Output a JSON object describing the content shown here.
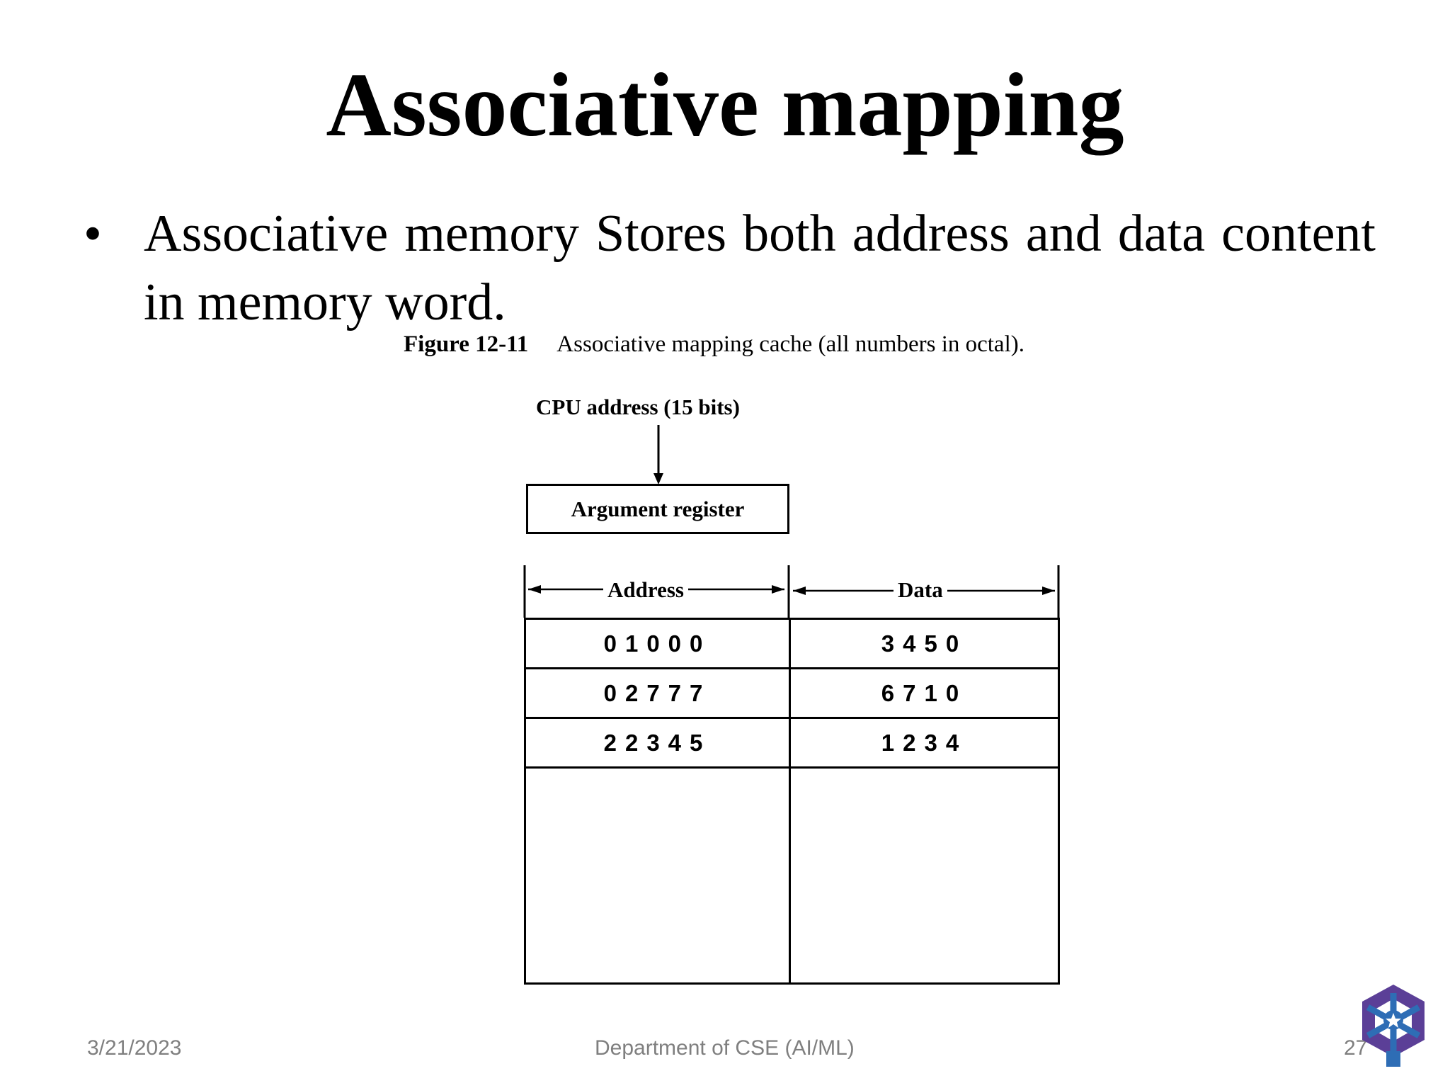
{
  "slide": {
    "title": "Associative mapping",
    "bullet_marker": "•",
    "bullet_text": "Associative memory Stores both address and data content in memory word."
  },
  "figure": {
    "caption_number": "Figure 12-11",
    "caption_text": "Associative mapping cache (all numbers in octal).",
    "cpu_address_label": "CPU address (15 bits)",
    "argument_register_label": "Argument register",
    "address_header": "Address",
    "data_header": "Data",
    "rows": [
      {
        "address": "01000",
        "data": "3450"
      },
      {
        "address": "02777",
        "data": "6710"
      },
      {
        "address": "22345",
        "data": "1234"
      }
    ]
  },
  "footer": {
    "date": "3/21/2023",
    "department": "Department of CSE (AI/ML)",
    "page_number": "27"
  },
  "colors": {
    "logo_purple": "#5b3f97",
    "logo_blue": "#2e6db5",
    "footer_text": "#7f7f7f"
  }
}
